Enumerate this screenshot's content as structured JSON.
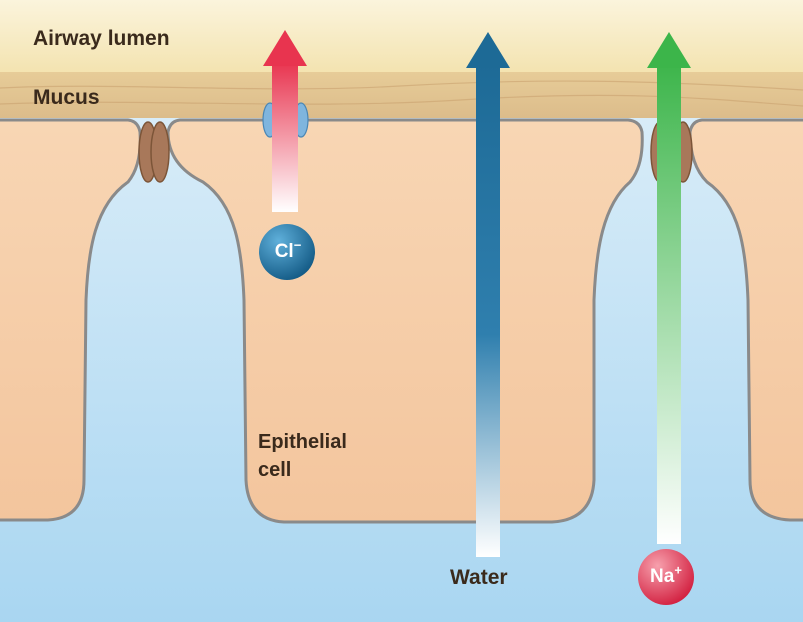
{
  "labels": {
    "airway_lumen": "Airway lumen",
    "mucus": "Mucus",
    "epithelial_line1": "Epithelial",
    "epithelial_line2": "cell",
    "water": "Water"
  },
  "ions": {
    "chloride": {
      "symbol": "Cl",
      "charge": "−"
    },
    "sodium": {
      "symbol": "Na",
      "charge": "+"
    }
  },
  "colors": {
    "lumen": "#f6e8b8",
    "mucus": "#dcbf8c",
    "cell": "#f4c9a2",
    "interstitial": "#bfe0f4",
    "membrane": "#8a8a8a",
    "tight_junction": "#a8785a",
    "chloride_arrow": "#e8344f",
    "water_arrow": "#1d6a96",
    "sodium_arrow": "#3cb54a",
    "chloride_ion": "#1f76a6",
    "sodium_ion": "#e23b54",
    "channel": "#7fb5de"
  }
}
